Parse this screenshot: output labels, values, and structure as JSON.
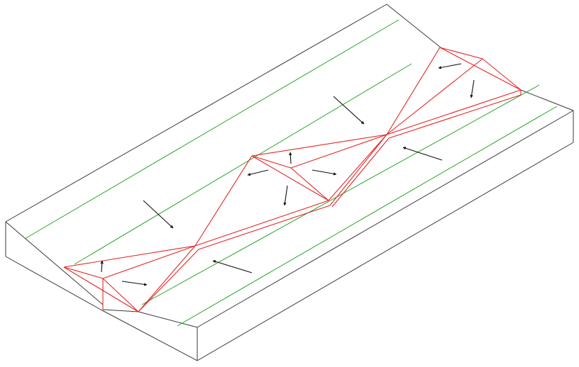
{
  "diagram": {
    "type": "isometric block diagram",
    "colors": {
      "background": "#ffffff",
      "block_outline": "#3a3a3a",
      "contour_lines": "#2aa52a",
      "fault_lines": "#e32626",
      "arrows": "#111111"
    },
    "elements": {
      "block_outline": "outline",
      "contour_lines": "green-lines",
      "fault_network": "red-lines",
      "arrows": "black-arrows"
    }
  }
}
